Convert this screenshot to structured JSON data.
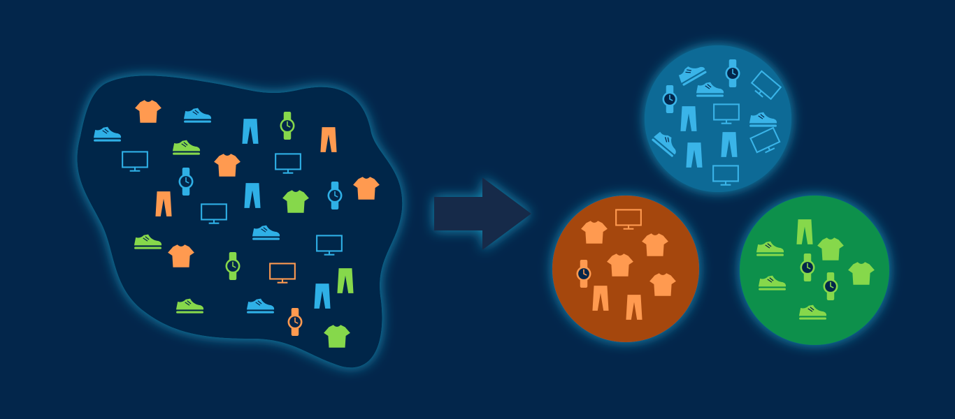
{
  "colors": {
    "background": "#03264b",
    "blob_fill": "#03264a",
    "glow": "#1fb6e0",
    "arrow": "#14294a",
    "cluster_blue": "#0b6a96",
    "cluster_orange": "#a5460f",
    "cluster_green": "#11904b",
    "item_orange": "#ff9a50",
    "item_blue": "#2fb0e6",
    "item_green": "#86d84b"
  },
  "unsorted_items": [
    {
      "type": "shoe",
      "color": "blue"
    },
    {
      "type": "shirt",
      "color": "orange"
    },
    {
      "type": "shoe",
      "color": "blue"
    },
    {
      "type": "pants",
      "color": "blue"
    },
    {
      "type": "watch",
      "color": "green"
    },
    {
      "type": "pants",
      "color": "orange"
    },
    {
      "type": "shoe",
      "color": "green"
    },
    {
      "type": "monitor",
      "color": "blue"
    },
    {
      "type": "watch",
      "color": "blue"
    },
    {
      "type": "shirt",
      "color": "orange"
    },
    {
      "type": "monitor",
      "color": "blue"
    },
    {
      "type": "pants",
      "color": "orange"
    },
    {
      "type": "pants",
      "color": "blue"
    },
    {
      "type": "shirt",
      "color": "green"
    },
    {
      "type": "watch",
      "color": "blue"
    },
    {
      "type": "shirt",
      "color": "orange"
    },
    {
      "type": "monitor",
      "color": "blue"
    },
    {
      "type": "shoe",
      "color": "blue"
    },
    {
      "type": "shoe",
      "color": "green"
    },
    {
      "type": "shirt",
      "color": "orange"
    },
    {
      "type": "watch",
      "color": "green"
    },
    {
      "type": "monitor",
      "color": "orange"
    },
    {
      "type": "monitor",
      "color": "blue"
    },
    {
      "type": "pants",
      "color": "green"
    },
    {
      "type": "pants",
      "color": "blue"
    },
    {
      "type": "shoe",
      "color": "green"
    },
    {
      "type": "shoe",
      "color": "blue"
    },
    {
      "type": "watch",
      "color": "orange"
    },
    {
      "type": "shirt",
      "color": "green"
    }
  ],
  "clusters": [
    {
      "name": "blue",
      "items": [
        "shoe",
        "watch",
        "monitor",
        "shoe",
        "watch",
        "pants",
        "monitor",
        "shoe",
        "shoe",
        "pants",
        "pants",
        "monitor",
        "monitor"
      ]
    },
    {
      "name": "orange",
      "items": [
        "monitor",
        "shirt",
        "shirt",
        "watch",
        "shirt",
        "shirt",
        "pants",
        "pants"
      ]
    },
    {
      "name": "green",
      "items": [
        "shoe",
        "pants",
        "shirt",
        "watch",
        "shirt",
        "shoe",
        "watch",
        "shoe"
      ]
    }
  ]
}
